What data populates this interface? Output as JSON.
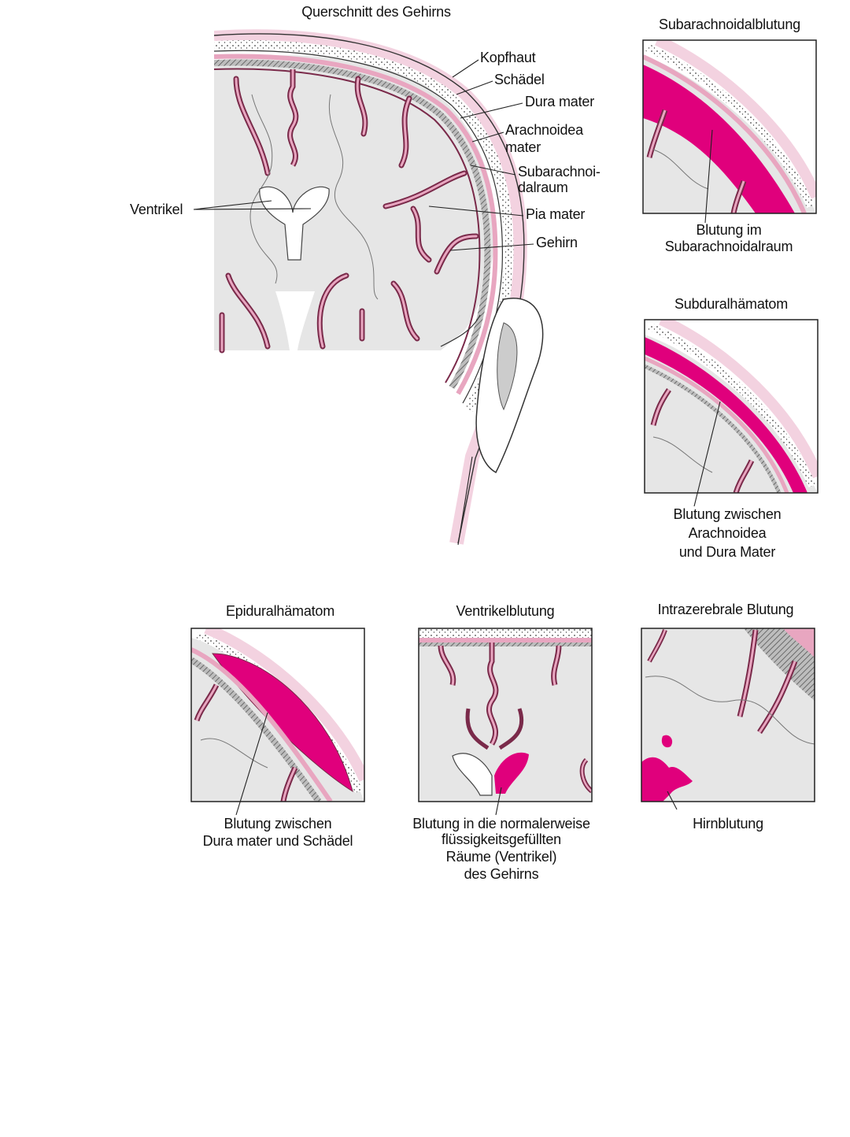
{
  "main": {
    "title": "Querschnitt des Gehirns",
    "labels": {
      "kopfhaut": "Kopfhaut",
      "schaedel": "Schädel",
      "dura": "Dura mater",
      "arachnoidea_1": "Arachnoidea",
      "arachnoidea_2": "mater",
      "subarachnoidalraum_1": "Subarachnoi-",
      "subarachnoidalraum_2": "dalraum",
      "pia": "Pia mater",
      "gehirn": "Gehirn",
      "ventrikel": "Ventrikel"
    }
  },
  "panels": {
    "subarachnoidal": {
      "title": "Subarachnoidalblutung",
      "caption": [
        "Blutung im",
        "Subarachnoidalraum"
      ]
    },
    "subdural": {
      "title": "Subduralhämatom",
      "caption": [
        "Blutung zwischen",
        "Arachnoidea",
        "und Dura Mater"
      ]
    },
    "epidural": {
      "title": "Epiduralhämatom",
      "caption": [
        "Blutung zwischen",
        "Dura mater und Schädel"
      ]
    },
    "ventrikel": {
      "title": "Ventrikelblutung",
      "caption": [
        "Blutung in die normalerweise",
        "flüssigkeitsgefüllten",
        "Räume (Ventrikel)",
        "des Gehirns"
      ]
    },
    "intrazerebral": {
      "title": "Intrazerebrale Blutung",
      "caption": [
        "Hirnblutung"
      ]
    }
  },
  "colors": {
    "tissue_pink": "#e8a6c0",
    "membrane_dark": "#7a2a4a",
    "blood_magenta": "#e0007c",
    "brain_gray": "#e6e6e6",
    "scalp_light": "#f6dde8"
  }
}
